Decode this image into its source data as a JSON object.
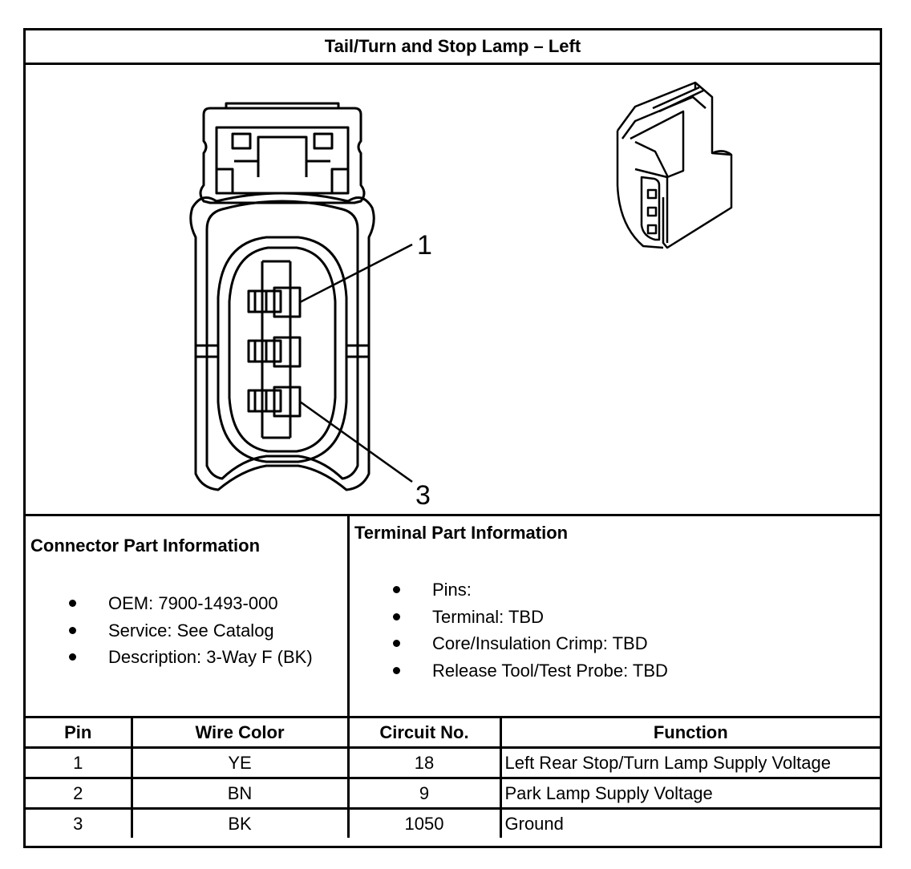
{
  "title": "Tail/Turn and Stop Lamp – Left",
  "figure": {
    "callouts": [
      "1",
      "3"
    ]
  },
  "connector_info": {
    "heading": "Connector Part Information",
    "items": [
      "OEM: 7900-1493-000",
      "Service: See Catalog",
      "Description: 3-Way F (BK)"
    ]
  },
  "terminal_info": {
    "heading": "Terminal Part Information",
    "items": [
      "Pins:",
      "Terminal: TBD",
      "Core/Insulation Crimp: TBD",
      "Release Tool/Test Probe: TBD"
    ]
  },
  "pin_table": {
    "headers": [
      "Pin",
      "Wire Color",
      "Circuit No.",
      "Function"
    ],
    "rows": [
      [
        "1",
        "YE",
        "18",
        "Left Rear Stop/Turn Lamp Supply Voltage"
      ],
      [
        "2",
        "BN",
        "9",
        "Park Lamp Supply Voltage"
      ],
      [
        "3",
        "BK",
        "1050",
        "Ground"
      ]
    ]
  }
}
